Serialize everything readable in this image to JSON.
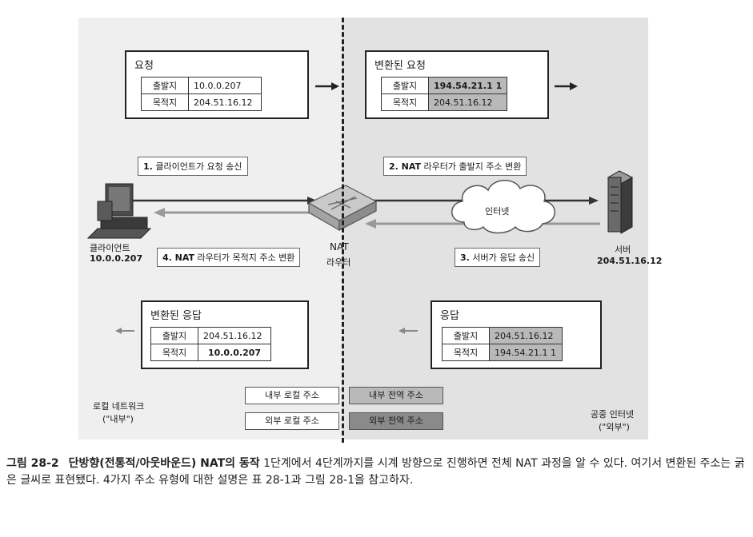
{
  "request": {
    "title": "요청",
    "rows": [
      {
        "k": "출발지",
        "v": "10.0.0.207"
      },
      {
        "k": "목적지",
        "v": "204.51.16.12"
      }
    ]
  },
  "translated_request": {
    "title": "변환된 요청",
    "rows": [
      {
        "k": "출발지",
        "v": "194.54.21.1 1"
      },
      {
        "k": "목적지",
        "v": "204.51.16.12"
      }
    ]
  },
  "translated_response": {
    "title": "변환된 응답",
    "rows": [
      {
        "k": "출발지",
        "v": "204.51.16.12"
      },
      {
        "k": "목적지",
        "v": "10.0.0.207"
      }
    ]
  },
  "response": {
    "title": "응답",
    "rows": [
      {
        "k": "출발지",
        "v": "204.51.16.12"
      },
      {
        "k": "목적지",
        "v": "194.54.21.1 1"
      }
    ]
  },
  "steps": {
    "s1": {
      "num": "1.",
      "text": "클라이언트가 요청 송신"
    },
    "s2": {
      "num": "2. NAT",
      "text": "라우터가 출발지 주소 변환"
    },
    "s3": {
      "num": "3.",
      "text": "서버가 응답 송신"
    },
    "s4": {
      "num": "4. NAT",
      "text": "라우터가 목적지 주소 변환"
    }
  },
  "client": {
    "label": "클라이언트",
    "ip": "10.0.0.207"
  },
  "server": {
    "label": "서버",
    "ip": "204.51.16.12"
  },
  "router": {
    "label1": "NAT",
    "label2": "라우터"
  },
  "internet": {
    "label": "인터넷"
  },
  "local_network": {
    "line1": "로컬 네트워크",
    "line2": "(\"내부\")"
  },
  "public_internet": {
    "line1": "공중 인터넷",
    "line2": "(\"외부\")"
  },
  "legend": {
    "inside_local": "내부 로컬 주소",
    "inside_global": "내부 전역 주소",
    "outside_local": "외부 로컬 주소",
    "outside_global": "외부 전역 주소"
  },
  "caption": {
    "number": "그림 28-2",
    "title": "단방향(전통적/아웃바운드) NAT의 동작",
    "body": " 1단계에서 4단계까지를 시계 방향으로 진행하면 전체 NAT 과정을 알 수 있다. 여기서 변환된 주소는 굵은 글씨로 표현됐다. 4가지 주소 유형에 대한 설명은 표 28-1과 그림 28-1을 참고하자."
  },
  "colors": {
    "shade": "#b9b9b9",
    "dark_legend": "#8a8a8a",
    "left_bg": "#efefef",
    "right_bg": "#e2e2e2"
  }
}
